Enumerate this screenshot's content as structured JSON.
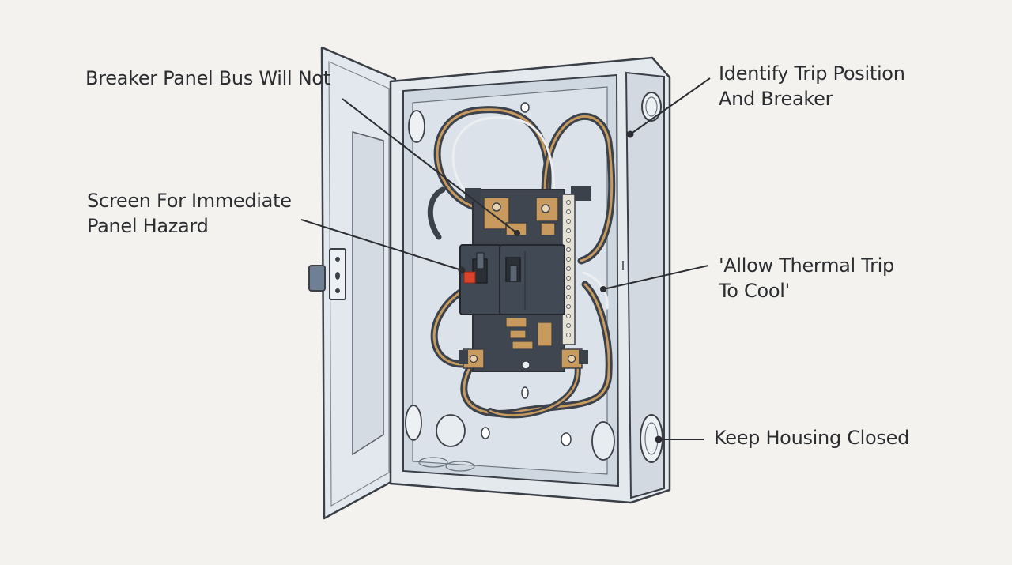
{
  "callouts": {
    "bus": {
      "line1": "Breaker Panel Bus Will Not"
    },
    "screen": {
      "line1": "Screen For Immediate",
      "line2": "Panel Hazard"
    },
    "identify": {
      "line1": "Identify Trip Position",
      "line2": "And Breaker"
    },
    "thermal": {
      "line1": "'Allow Thermal Trip",
      "line2": "To Cool'"
    },
    "keep": {
      "line1": "Keep Housing Closed"
    }
  },
  "colors": {
    "background": "#f3f2ee",
    "housing": "#e1e6ec",
    "outline": "#3b4048",
    "copper": "#c89a5e",
    "breaker": "#3f4650",
    "trip_indicator": "#d9442b"
  }
}
